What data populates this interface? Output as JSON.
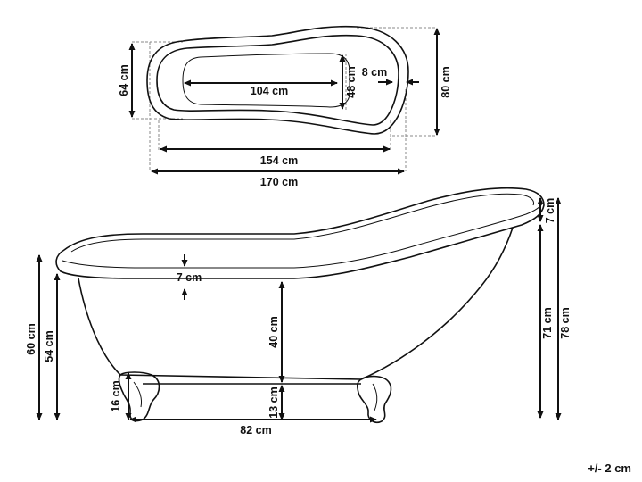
{
  "top_view": {
    "inner_length": "104 cm",
    "inner_width": "48 cm",
    "rim_width": "8 cm",
    "left_height": "64 cm",
    "outer_width": "80 cm",
    "base_length": "154 cm",
    "total_length": "170 cm"
  },
  "side_view": {
    "rim_thickness_left": "7 cm",
    "rim_thickness_right": "7 cm",
    "height_left_outer": "60 cm",
    "height_left_inner": "54 cm",
    "foot_height": "16 cm",
    "inner_depth": "40 cm",
    "floor_clearance": "13 cm",
    "feet_spacing": "82 cm",
    "height_right_inner": "71 cm",
    "height_right_outer": "78 cm"
  },
  "tolerance": "+/- 2 cm"
}
